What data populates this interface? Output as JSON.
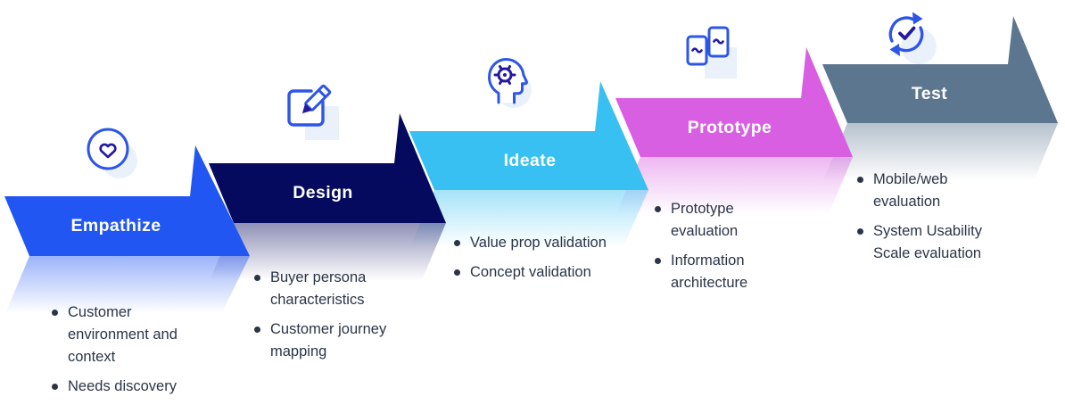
{
  "colors": {
    "label_text": "#ffffff",
    "bullet_text": "#2b3547",
    "icon_stroke": "#2d55e8",
    "icon_glyph": "#241a9e",
    "icon_shadow": "#eaf1fa"
  },
  "stages": [
    {
      "name": "empathize",
      "label": "Empathize",
      "color": "#2156f2",
      "icon": "heart-icon",
      "bullets": [
        "Customer environment and context",
        "Needs discovery"
      ]
    },
    {
      "name": "design",
      "label": "Design",
      "color": "#060a5e",
      "icon": "pencil-edit-icon",
      "bullets": [
        "Buyer persona characteristics",
        "Customer journey mapping"
      ]
    },
    {
      "name": "ideate",
      "label": "Ideate",
      "color": "#37c0f1",
      "icon": "head-gear-icon",
      "bullets": [
        "Value prop validation",
        "Concept validation"
      ]
    },
    {
      "name": "prototype",
      "label": "Prototype",
      "color": "#d95fe2",
      "icon": "mobile-screens-icon",
      "bullets": [
        "Prototype evaluation",
        "Information architecture"
      ]
    },
    {
      "name": "test",
      "label": "Test",
      "color": "#5d7690",
      "icon": "sync-check-icon",
      "bullets": [
        "Mobile/web evaluation",
        "System Usability Scale evaluation"
      ]
    }
  ]
}
